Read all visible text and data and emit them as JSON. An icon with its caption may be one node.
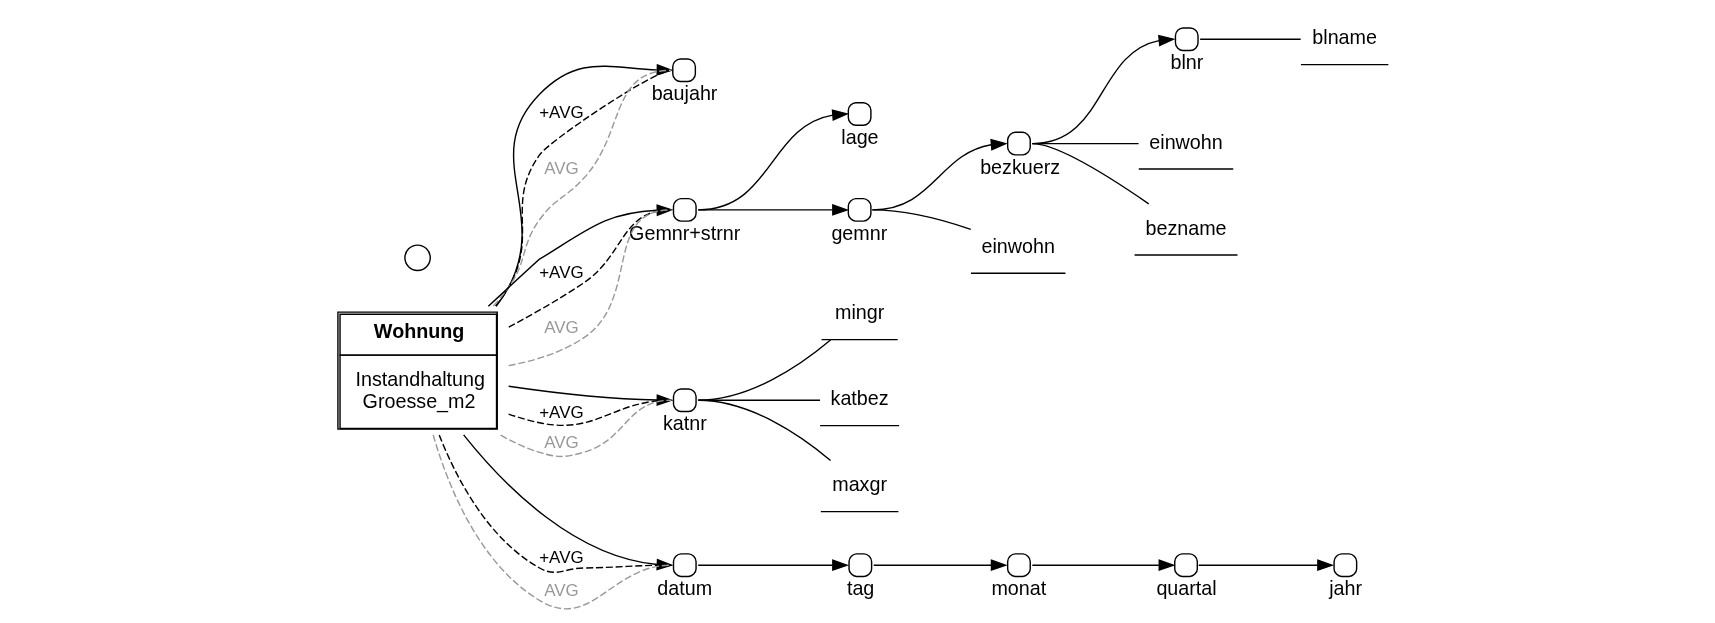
{
  "diagram": {
    "nodes": [
      {
        "text": [
          "Wohnung",
          "Instandhaltung",
          "Groesse_m2"
        ]
      },
      {
        "text": [
          "baujahr"
        ]
      },
      {
        "text": [
          "lage"
        ]
      },
      {
        "text": [
          "Gemnr+strnr"
        ]
      },
      {
        "text": [
          "gemnr"
        ]
      },
      {
        "text": [
          "bezkuerz"
        ]
      },
      {
        "text": [
          "blnr"
        ]
      },
      {
        "text": [
          "katnr"
        ]
      },
      {
        "text": [
          "datum"
        ]
      },
      {
        "text": [
          "tag"
        ]
      },
      {
        "text": [
          "monat"
        ]
      },
      {
        "text": [
          "quartal"
        ]
      },
      {
        "text": [
          "jahr"
        ]
      },
      {
        "text": [],
        "shape": "circle"
      },
      {
        "text": [
          "einwohn"
        ]
      },
      {
        "text": [
          "einwohn"
        ]
      },
      {
        "text": [
          "bezname"
        ]
      },
      {
        "text": [
          "blname"
        ]
      },
      {
        "text": [
          "mingr"
        ]
      },
      {
        "text": [
          "katbez"
        ]
      },
      {
        "text": [
          "maxgr"
        ]
      }
    ],
    "edges": [
      {
        "from": 0,
        "to": 1,
        "arrow": "to"
      },
      {
        "from": 3,
        "to": 2,
        "arrow": "to"
      },
      {
        "from": 0,
        "to": 3,
        "arrow": "to"
      },
      {
        "from": 3,
        "to": 4,
        "arrow": "to"
      },
      {
        "from": 4,
        "to": 5,
        "arrow": "to"
      },
      {
        "from": 5,
        "to": 6,
        "arrow": "to"
      },
      {
        "from": 0,
        "to": 7,
        "arrow": "to"
      },
      {
        "from": 0,
        "to": 8,
        "arrow": "to"
      },
      {
        "from": 8,
        "to": 9,
        "arrow": "to"
      },
      {
        "from": 9,
        "to": 10,
        "arrow": "to"
      },
      {
        "from": 10,
        "to": 11,
        "arrow": "to"
      },
      {
        "from": 11,
        "to": 12,
        "arrow": "to"
      },
      {
        "from": 4,
        "to": 14,
        "arrow": "none"
      },
      {
        "from": 5,
        "to": 15,
        "arrow": "none"
      },
      {
        "from": 5,
        "to": 16,
        "arrow": "none"
      },
      {
        "from": 6,
        "to": 17,
        "arrow": "none"
      },
      {
        "from": 7,
        "to": 18,
        "arrow": "none"
      },
      {
        "from": 7,
        "to": 19,
        "arrow": "none"
      },
      {
        "from": 7,
        "to": 20,
        "arrow": "none"
      },
      {
        "from": 0,
        "to": 1,
        "arrow": "none",
        "label": "+AVG",
        "style": "dashed"
      },
      {
        "from": 0,
        "to": 1,
        "arrow": "none",
        "label": "AVG",
        "style": "dashed",
        "color": "#999999"
      },
      {
        "from": 0,
        "to": 3,
        "arrow": "none",
        "label": "+AVG",
        "style": "dashed"
      },
      {
        "from": 0,
        "to": 3,
        "arrow": "none",
        "label": "AVG",
        "style": "dashed",
        "color": "#999999"
      },
      {
        "from": 0,
        "to": 7,
        "arrow": "none",
        "label": "+AVG",
        "style": "dashed"
      },
      {
        "from": 0,
        "to": 7,
        "arrow": "none",
        "label": "AVG",
        "style": "dashed",
        "color": "#999999"
      },
      {
        "from": 0,
        "to": 8,
        "arrow": "none",
        "label": "+AVG",
        "style": "dashed"
      },
      {
        "from": 0,
        "to": 8,
        "arrow": "none",
        "label": "AVG",
        "style": "dashed",
        "color": "#999999"
      }
    ]
  }
}
